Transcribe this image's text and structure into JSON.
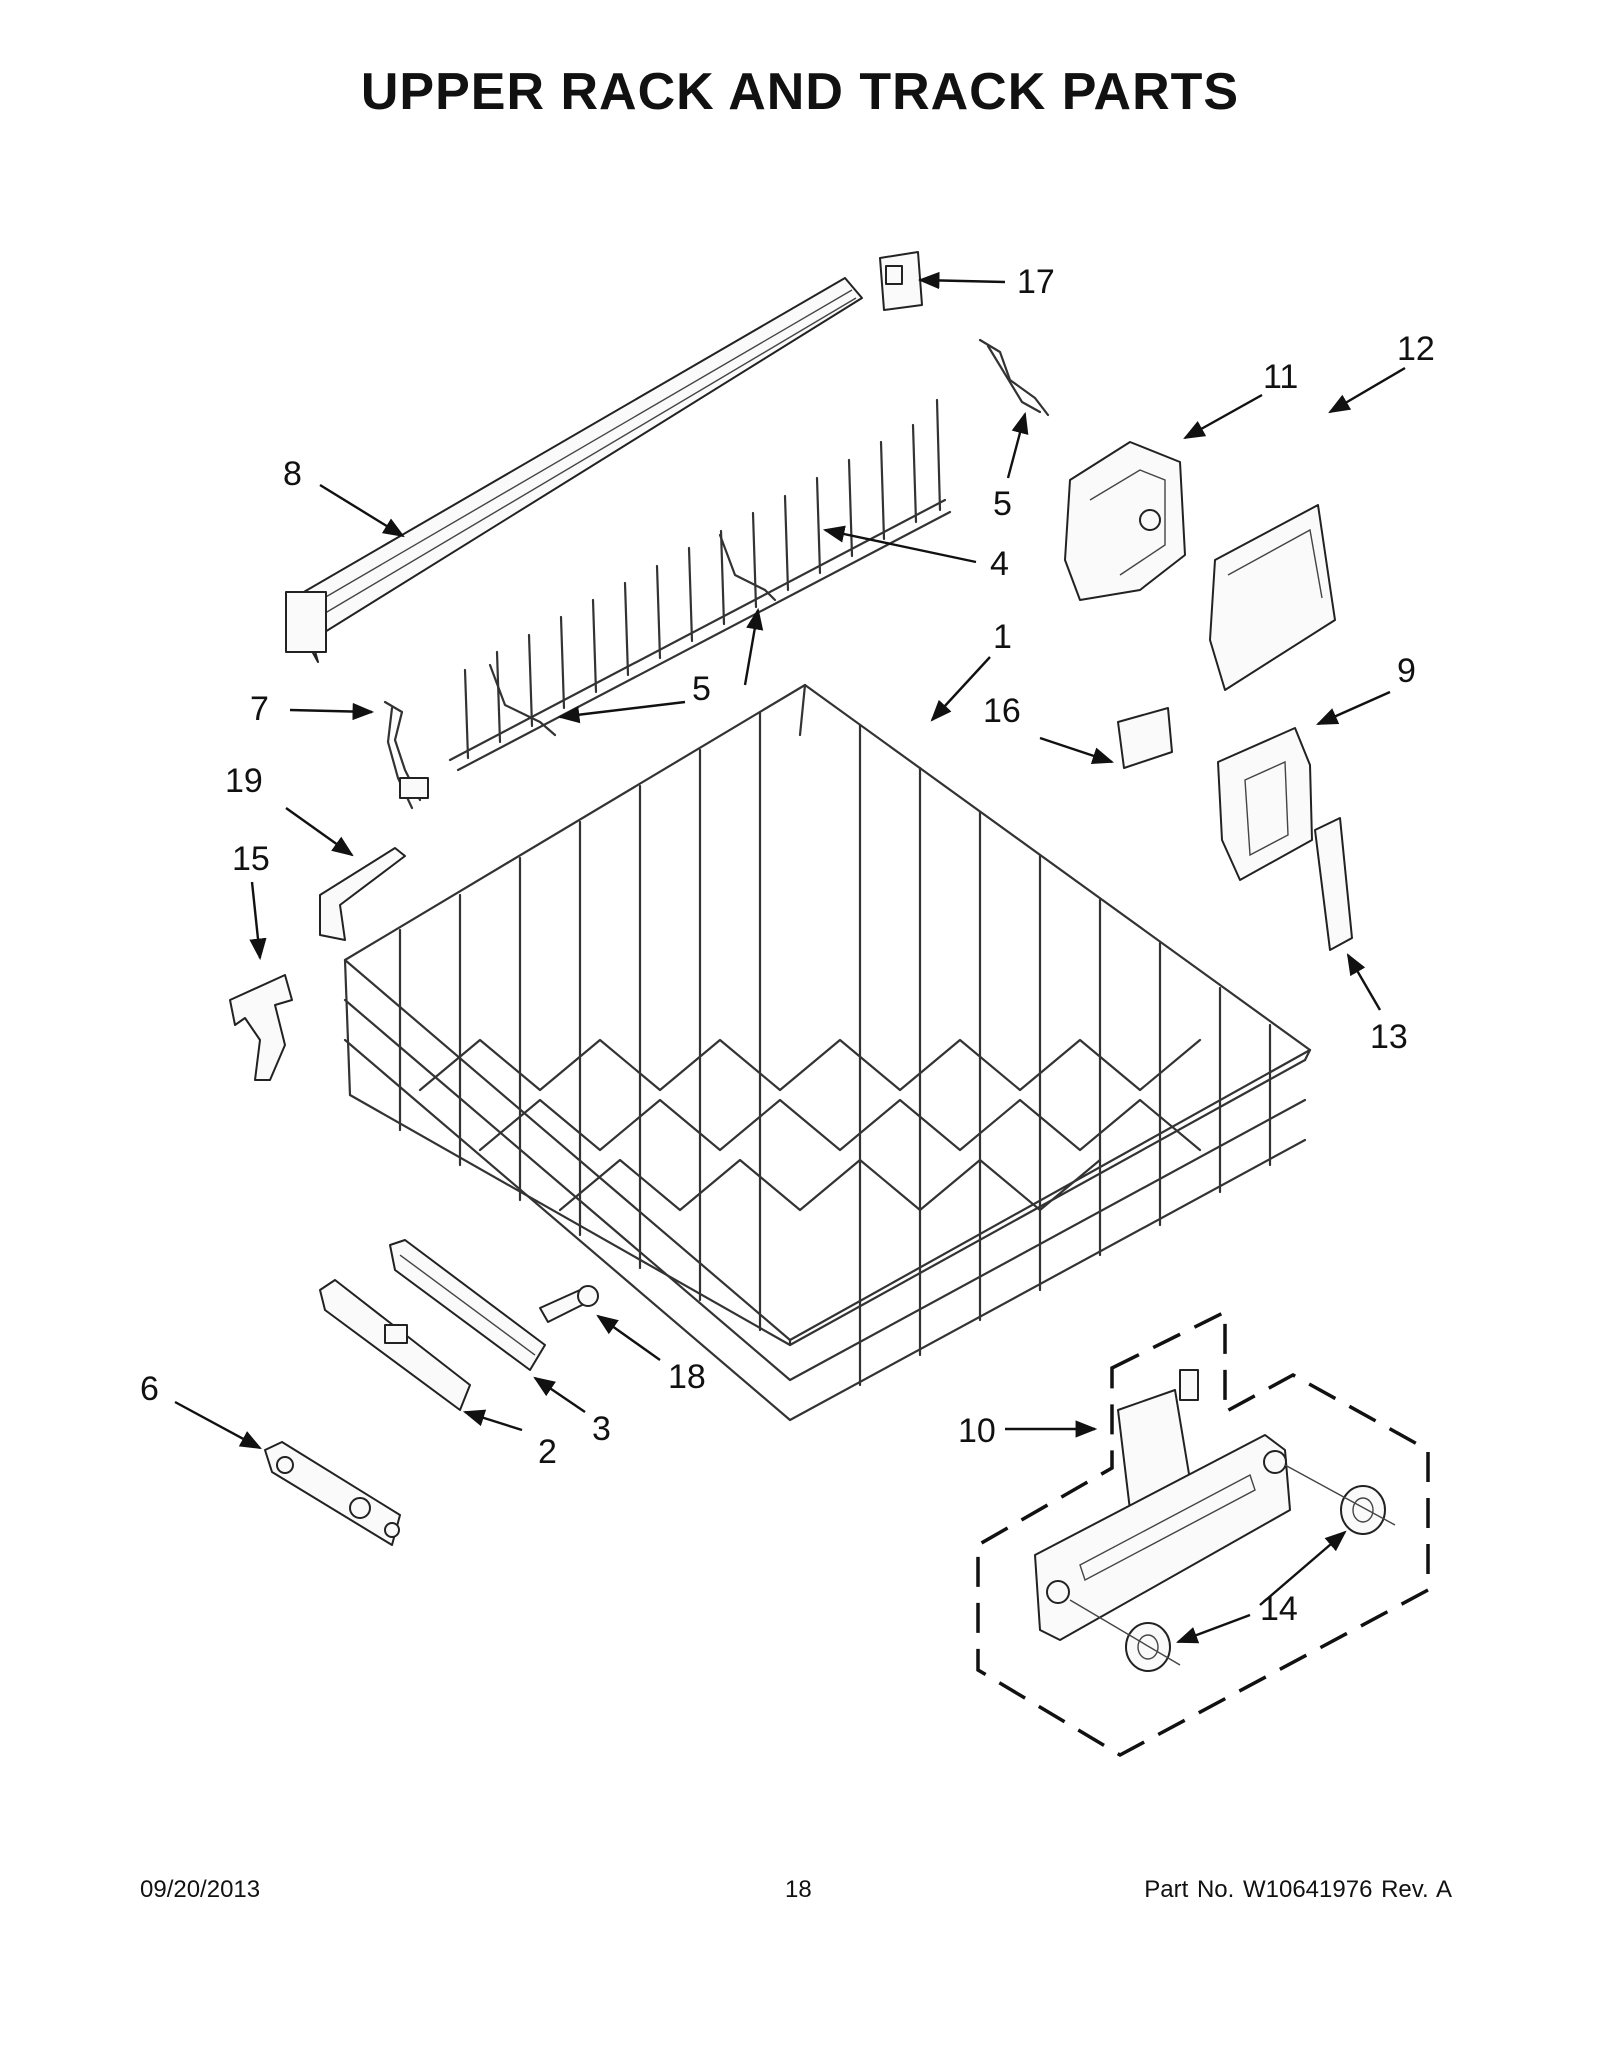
{
  "title": "UPPER RACK AND TRACK PARTS",
  "footer": {
    "date": "09/20/2013",
    "page": "18",
    "part_no": "Part No.  W10641976  Rev.  A"
  },
  "callouts": [
    {
      "id": "c17",
      "label": "17"
    },
    {
      "id": "c11",
      "label": "11"
    },
    {
      "id": "c12",
      "label": "12"
    },
    {
      "id": "c8",
      "label": "8"
    },
    {
      "id": "c5a",
      "label": "5"
    },
    {
      "id": "c4",
      "label": "4"
    },
    {
      "id": "c1",
      "label": "1"
    },
    {
      "id": "c5b",
      "label": "5"
    },
    {
      "id": "c9",
      "label": "9"
    },
    {
      "id": "c7",
      "label": "7"
    },
    {
      "id": "c16",
      "label": "16"
    },
    {
      "id": "c19",
      "label": "19"
    },
    {
      "id": "c15",
      "label": "15"
    },
    {
      "id": "c13",
      "label": "13"
    },
    {
      "id": "c18",
      "label": "18"
    },
    {
      "id": "c6",
      "label": "6"
    },
    {
      "id": "c3",
      "label": "3"
    },
    {
      "id": "c2",
      "label": "2"
    },
    {
      "id": "c10",
      "label": "10"
    },
    {
      "id": "c14",
      "label": "14"
    }
  ]
}
